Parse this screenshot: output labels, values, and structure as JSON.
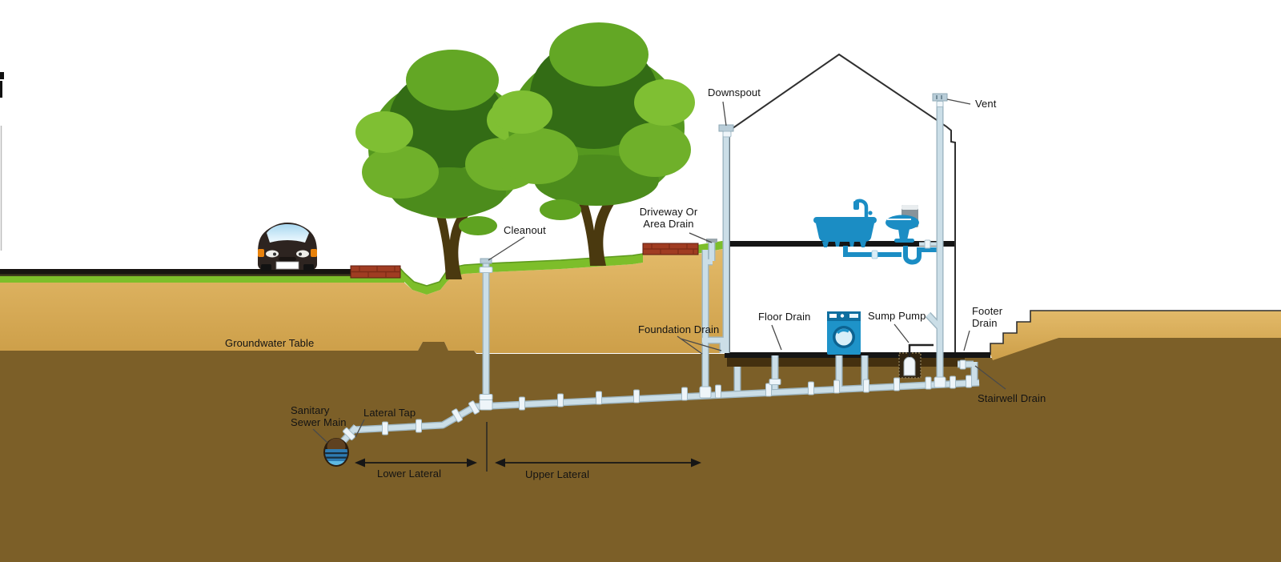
{
  "labels": {
    "downspout": "Downspout",
    "vent": "Vent",
    "cleanout": "Cleanout",
    "driveway_area_drain": "Driveway Or\nArea Drain",
    "foundation_drain": "Foundation Drain",
    "floor_drain": "Floor Drain",
    "sump_pump": "Sump Pump",
    "footer_drain": "Footer\nDrain",
    "stairwell_drain": "Stairwell Drain",
    "groundwater_table": "Groundwater Table",
    "sanitary_sewer_main": "Sanitary\nSewer Main",
    "lateral_tap": "Lateral Tap",
    "lower_lateral": "Lower Lateral",
    "upper_lateral": "Upper Lateral"
  },
  "colors": {
    "soil_light": "#D5A852",
    "soil_dark": "#7C5F28",
    "footing_dark": "#44300F",
    "grass": "#7DBE2A",
    "road": "#171310",
    "brick": "#A03C22",
    "pipe": "#CBDEE7",
    "pipe_edge": "#9EB6C2",
    "fixture_blue": "#1B8DC4",
    "tree_green": "#55981F",
    "label_text": "#131313"
  }
}
